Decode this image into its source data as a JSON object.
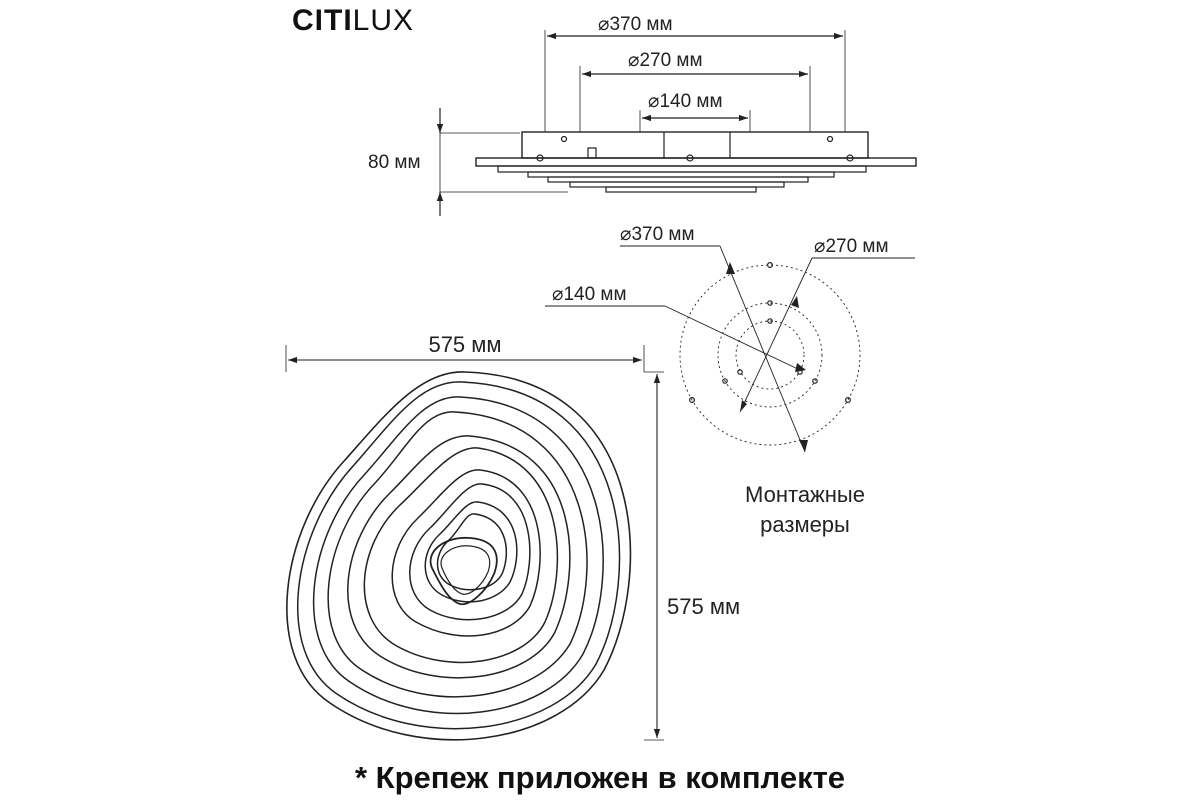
{
  "brand": {
    "name_part1": "CITI",
    "name_part2": "LUX"
  },
  "side_view": {
    "dim_outer": "⌀370 мм",
    "dim_middle": "⌀270 мм",
    "dim_inner": "⌀140 мм",
    "height": "80 мм"
  },
  "mounting": {
    "dim_outer": "⌀370 мм",
    "dim_middle": "⌀270 мм",
    "dim_inner": "⌀140 мм",
    "caption_line1": "Монтажные",
    "caption_line2": "размеры"
  },
  "top_view": {
    "width": "575 мм",
    "height": "575 мм"
  },
  "footnote": "* Крепеж приложен в комплекте",
  "colors": {
    "line": "#222222",
    "background": "#ffffff"
  }
}
